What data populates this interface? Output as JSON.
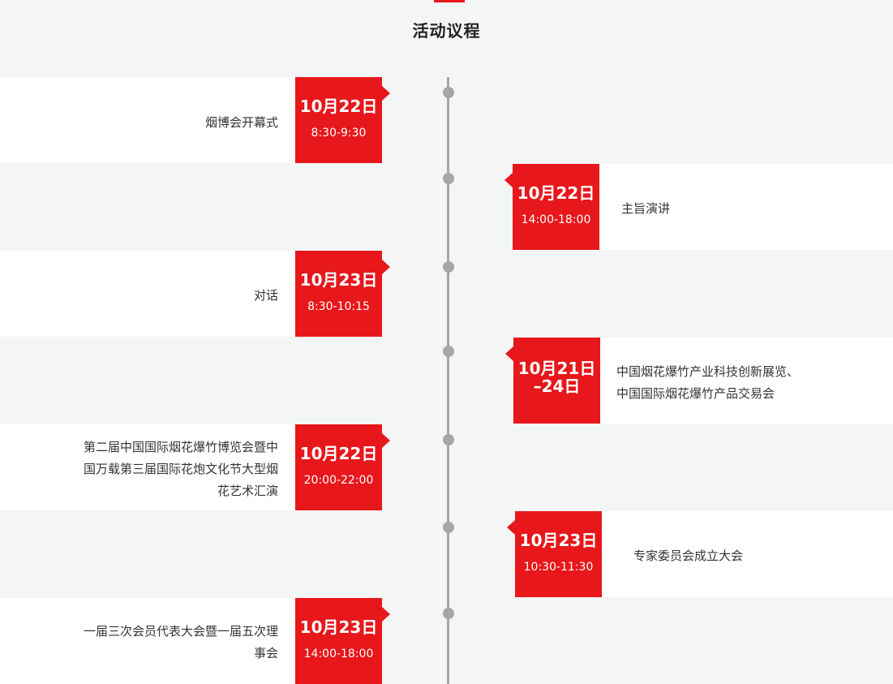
{
  "page": {
    "title": "活动议程"
  },
  "events": [
    {
      "side": "left",
      "date": "10月22日",
      "time": "8:30-9:30",
      "text": [
        "烟博会开幕式"
      ]
    },
    {
      "side": "right",
      "date": "10月22日",
      "time": "14:00-18:00",
      "text": [
        "主旨演讲"
      ]
    },
    {
      "side": "left",
      "date": "10月23日",
      "time": "8:30-10:15",
      "text": [
        "对话"
      ]
    },
    {
      "side": "right",
      "date": "10月21日",
      "date2": "–24日",
      "text": [
        "中国烟花爆竹产业科技创新展览、",
        "中国国际烟花爆竹产品交易会"
      ]
    },
    {
      "side": "left",
      "date": "10月22日",
      "time": "20:00-22:00",
      "text": [
        "第二届中国国际烟花爆竹博览会暨中",
        "国万载第三届国际花炮文化节大型烟",
        "花艺术汇演"
      ]
    },
    {
      "side": "right",
      "date": "10月23日",
      "time": "10:30-11:30",
      "text": [
        "专家委员会成立大会"
      ]
    },
    {
      "side": "left",
      "date": "10月23日",
      "time": "14:00-18:00",
      "text": [
        "一届三次会员代表大会暨一届五次理",
        "事会"
      ]
    }
  ],
  "colors": {
    "accent": "#e8171b",
    "line": "#a6a6a6",
    "panel": "#ffffff",
    "background": "#f4f5f5"
  }
}
